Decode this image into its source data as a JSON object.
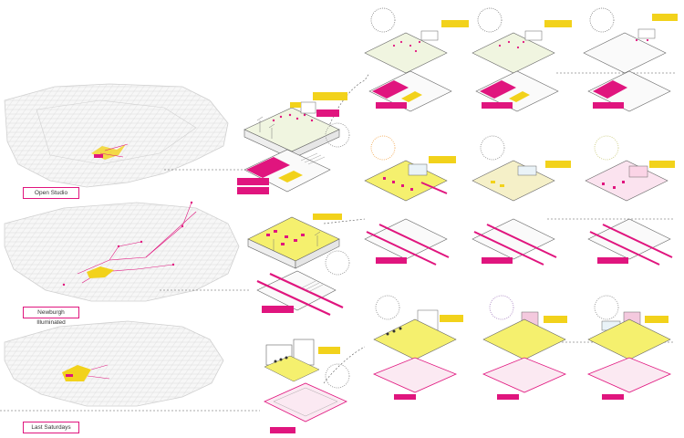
{
  "event_labels": {
    "open_studio": "Open Studio",
    "newburgh_illuminated": "Newburgh Illuminated",
    "last_saturdays": "Last Saturdays"
  },
  "colors": {
    "magenta": "#e0157e",
    "yellow": "#f2d21b",
    "light_yellow": "#f7ef9a",
    "gray_line": "#c9c9c9",
    "dark_line": "#555555",
    "map_gray": "#d9d9d9"
  }
}
